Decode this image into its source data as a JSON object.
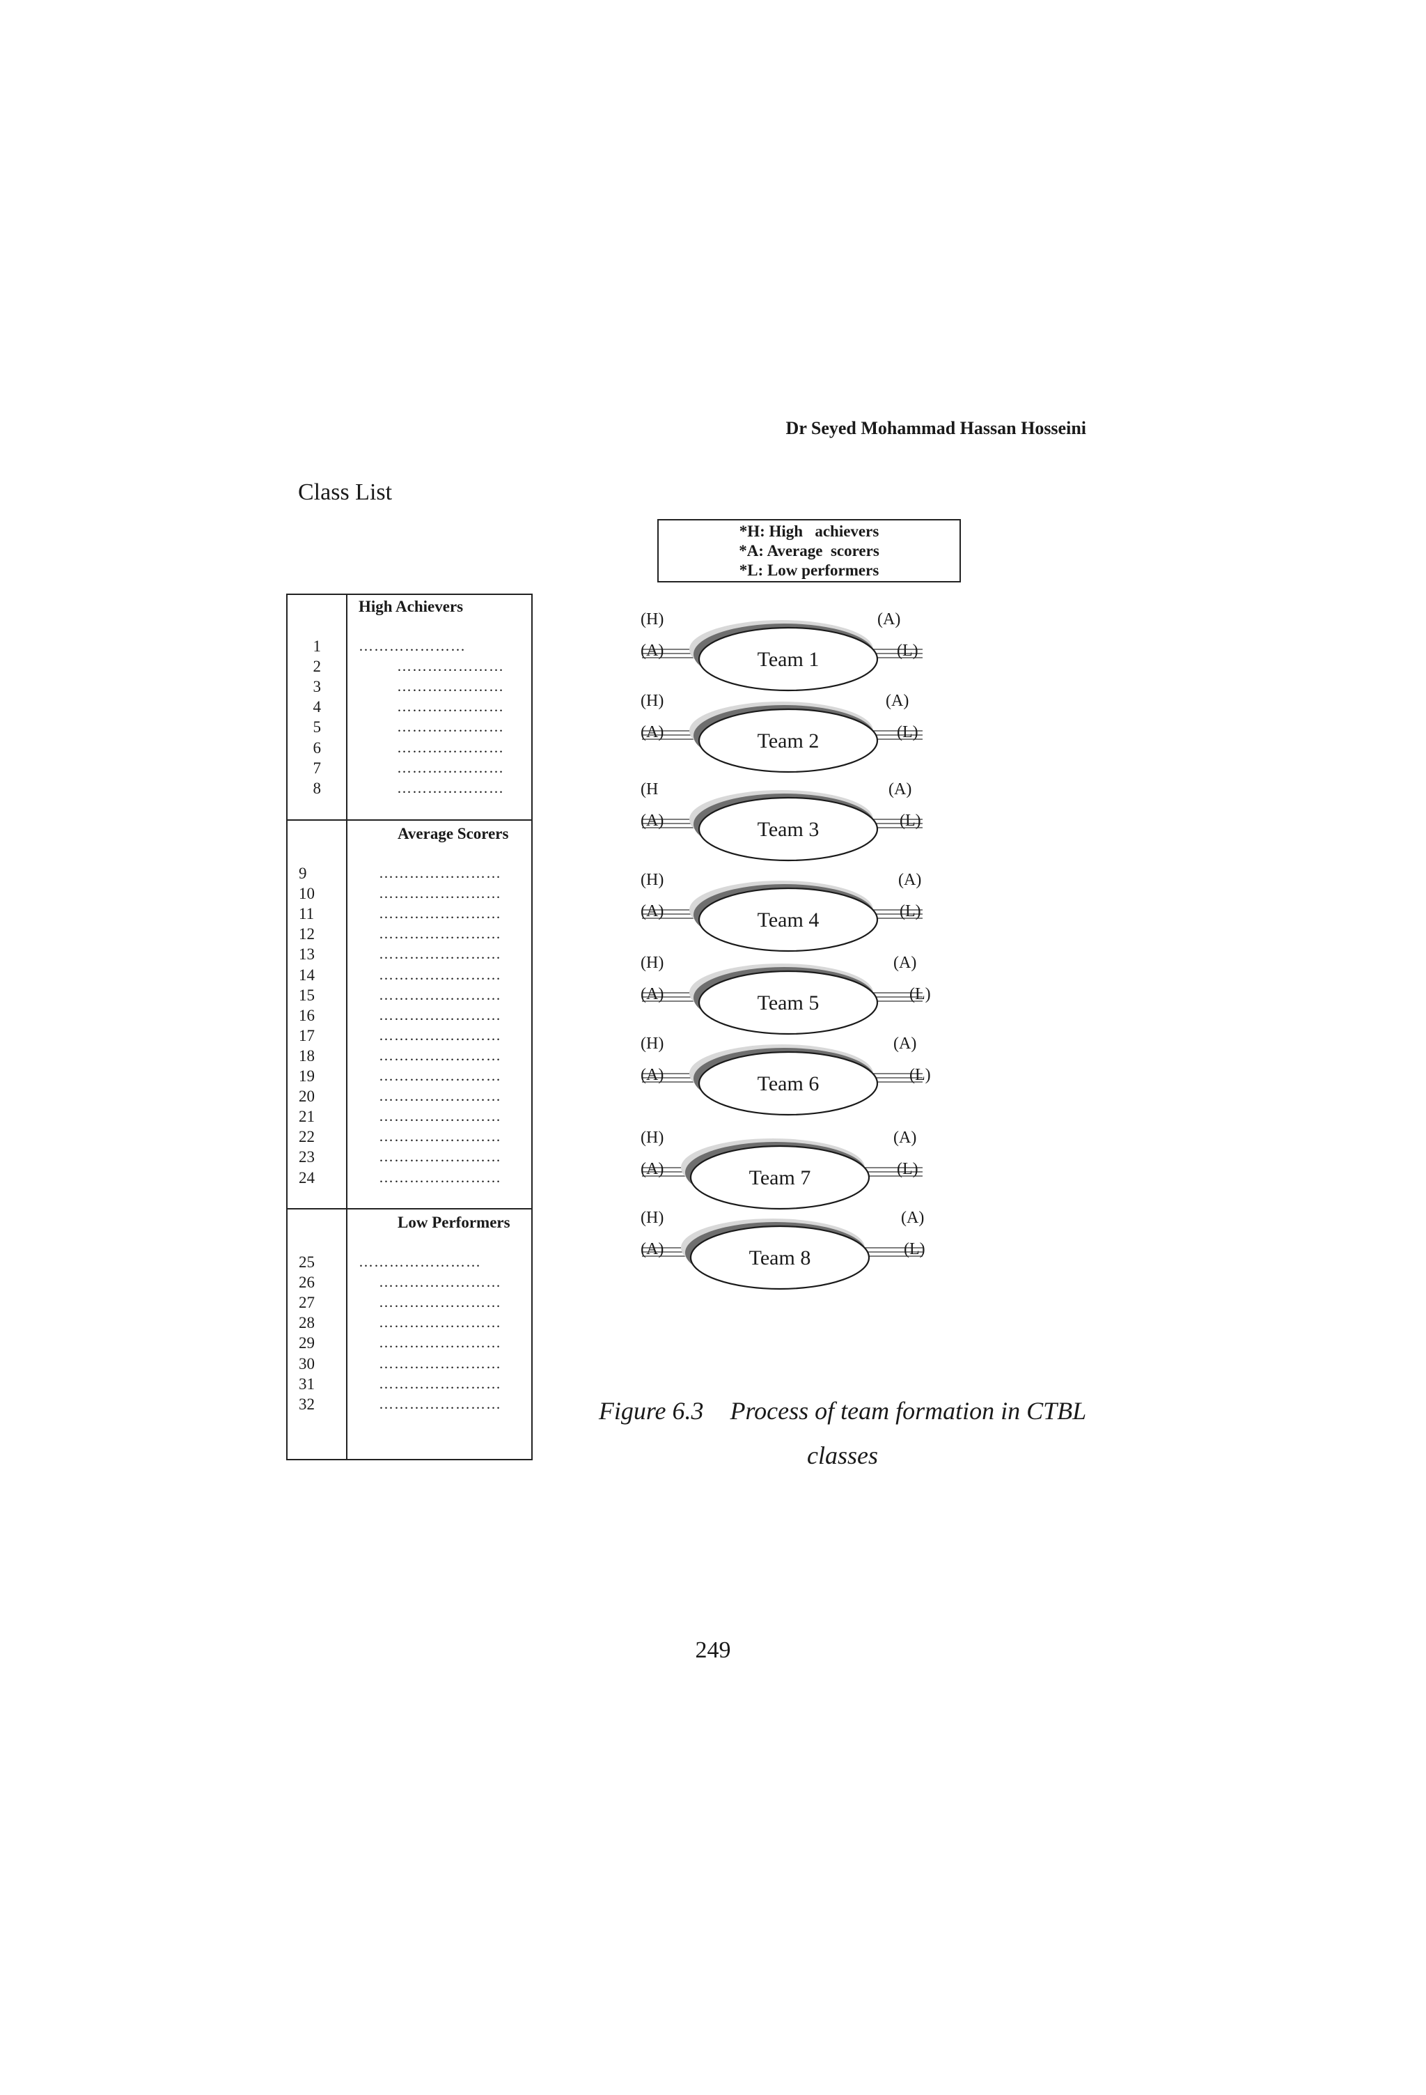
{
  "header": {
    "author": "Dr Seyed Mohammad Hassan Hosseini"
  },
  "class_list": {
    "title": "Class List",
    "sections": [
      {
        "heading": "High Achievers",
        "rows": [
          {
            "num": "1",
            "dots": "…………………"
          },
          {
            "num": "2",
            "dots": "…………………"
          },
          {
            "num": "3",
            "dots": "…………………"
          },
          {
            "num": "4",
            "dots": "…………………"
          },
          {
            "num": "5",
            "dots": "…………………"
          },
          {
            "num": "6",
            "dots": "…………………"
          },
          {
            "num": "7",
            "dots": "…………………"
          },
          {
            "num": "8",
            "dots": "…………………"
          }
        ]
      },
      {
        "heading": "Average Scorers",
        "rows": [
          {
            "num": "9",
            "dots": "……………………"
          },
          {
            "num": "10",
            "dots": "……………………"
          },
          {
            "num": "11",
            "dots": "……………………"
          },
          {
            "num": "12",
            "dots": "……………………"
          },
          {
            "num": "13",
            "dots": "……………………"
          },
          {
            "num": "14",
            "dots": "……………………"
          },
          {
            "num": "15",
            "dots": "……………………"
          },
          {
            "num": "16",
            "dots": "……………………"
          },
          {
            "num": "17",
            "dots": "……………………"
          },
          {
            "num": "18",
            "dots": "……………………"
          },
          {
            "num": "19",
            "dots": "……………………"
          },
          {
            "num": "20",
            "dots": "……………………"
          },
          {
            "num": "21",
            "dots": "……………………"
          },
          {
            "num": "22",
            "dots": "……………………"
          },
          {
            "num": "23",
            "dots": "……………………"
          },
          {
            "num": "24",
            "dots": "……………………"
          }
        ]
      },
      {
        "heading": "Low Performers",
        "rows": [
          {
            "num": "25",
            "dots": "……………………"
          },
          {
            "num": "26",
            "dots": "……………………"
          },
          {
            "num": "27",
            "dots": "……………………"
          },
          {
            "num": "28",
            "dots": "……………………"
          },
          {
            "num": "29",
            "dots": "……………………"
          },
          {
            "num": "30",
            "dots": "……………………"
          },
          {
            "num": "31",
            "dots": "……………………"
          },
          {
            "num": "32",
            "dots": "……………………"
          }
        ]
      }
    ]
  },
  "legend": {
    "lines": [
      "*H: High   achievers",
      "*A: Average  scorers",
      "*L: Low performers"
    ]
  },
  "teams": [
    {
      "name": "Team 1",
      "top_left": "(H)",
      "top_right": "(A)",
      "bottom_left": "(A)",
      "bottom_right": "(L)"
    },
    {
      "name": "Team 2",
      "top_left": "(H)",
      "top_right": "(A)",
      "bottom_left": "(A)",
      "bottom_right": "(L)"
    },
    {
      "name": "Team 3",
      "top_left": "(H",
      "top_right": "(A)",
      "bottom_left": "(A)",
      "bottom_right": "(L)"
    },
    {
      "name": "Team 4",
      "top_left": "(H)",
      "top_right": "(A)",
      "bottom_left": "(A)",
      "bottom_right": "(L)"
    },
    {
      "name": "Team 5",
      "top_left": "(H)",
      "top_right": "(A)",
      "bottom_left": "(A)",
      "bottom_right": "(L)"
    },
    {
      "name": "Team 6",
      "top_left": "(H)",
      "top_right": "(A)",
      "bottom_left": "(A)",
      "bottom_right": "(L)"
    },
    {
      "name": "Team 7",
      "top_left": "(H)",
      "top_right": "(A)",
      "bottom_left": "(A)",
      "bottom_right": "(L)"
    },
    {
      "name": "Team 8",
      "top_left": "(H)",
      "top_right": "(A)",
      "bottom_left": "(A)",
      "bottom_right": "(L)"
    }
  ],
  "caption": {
    "number": "Figure 6.3",
    "line1": "Process of team formation in CTBL",
    "line2": "classes"
  },
  "page_number": "249",
  "colors": {
    "ink": "#1a1a1a",
    "shadow_dark": "#6e6e6e",
    "shadow_light": "#d8d8d8"
  }
}
